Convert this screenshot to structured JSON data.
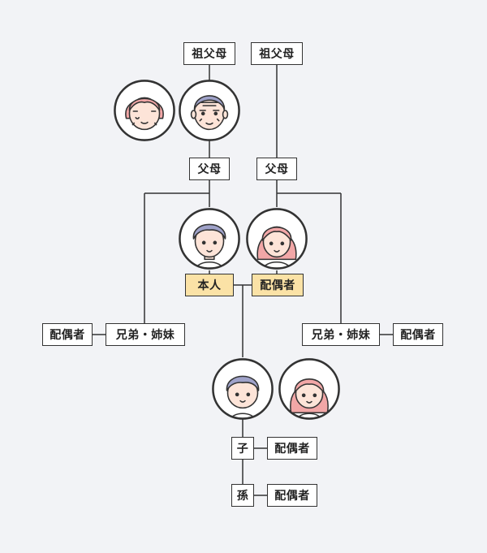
{
  "colors": {
    "background": "#f2f3f6",
    "highlight": "#fbe2a6",
    "line": "#333333",
    "man_hair": "#9fa2c9",
    "woman_hair": "#f2a7a7",
    "skin": "#fde4d8"
  },
  "labels": {
    "grandparents_left": "祖父母",
    "grandparents_right": "祖父母",
    "parents_left": "父母",
    "parents_right": "父母",
    "self": "本人",
    "spouse": "配偶者",
    "siblings_left": "兄弟・姉妹",
    "siblings_left_spouse": "配偶者",
    "siblings_right": "兄弟・姉妹",
    "siblings_right_spouse": "配偶者",
    "child": "子",
    "child_spouse": "配偶者",
    "grandchild": "孫",
    "grandchild_spouse": "配偶者"
  },
  "icons": {
    "grandmother": "grandmother-icon",
    "grandfather": "grandfather-icon",
    "man": "man-icon",
    "woman": "woman-icon",
    "boy": "boy-icon",
    "girl": "girl-icon"
  }
}
